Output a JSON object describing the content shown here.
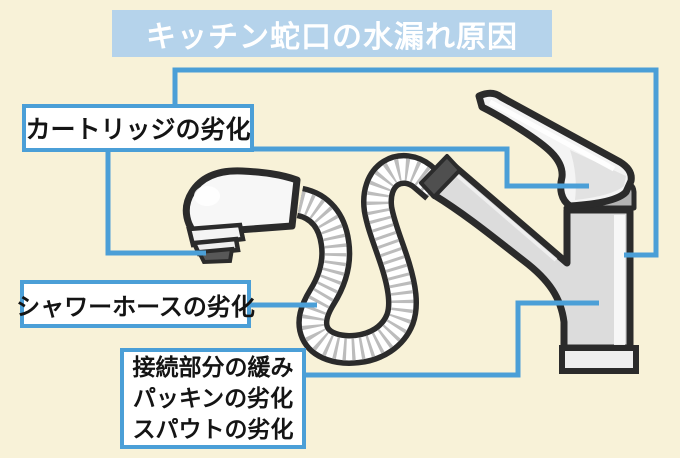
{
  "title": {
    "text": "キッチン蛇口の水漏れ原因"
  },
  "labels": {
    "cartridge": {
      "text": "カートリッジの劣化"
    },
    "shower_hose": {
      "text": "シャワーホースの劣化"
    },
    "connection": {
      "lines": [
        "接続部分の緩み",
        "パッキンの劣化",
        "スパウトの劣化"
      ]
    }
  },
  "colors": {
    "background": "#f8f2d8",
    "banner_bg": "#b5d3eb",
    "banner_text": "#ffffff",
    "accent_blue": "#4b9fd7",
    "callout_bg": "#ffffff",
    "callout_text": "#141414",
    "outline_dark": "#2b2b2b",
    "faucet_body_gray": "#dcdcdc",
    "faucet_handle_white": "#f4f4f4",
    "cartridge_wedge_gray": "#b3b3b3",
    "hose_rib_gray": "#bcbcbc",
    "dock_collar_dark": "#4f4f4f",
    "base_gray": "#efefef"
  }
}
